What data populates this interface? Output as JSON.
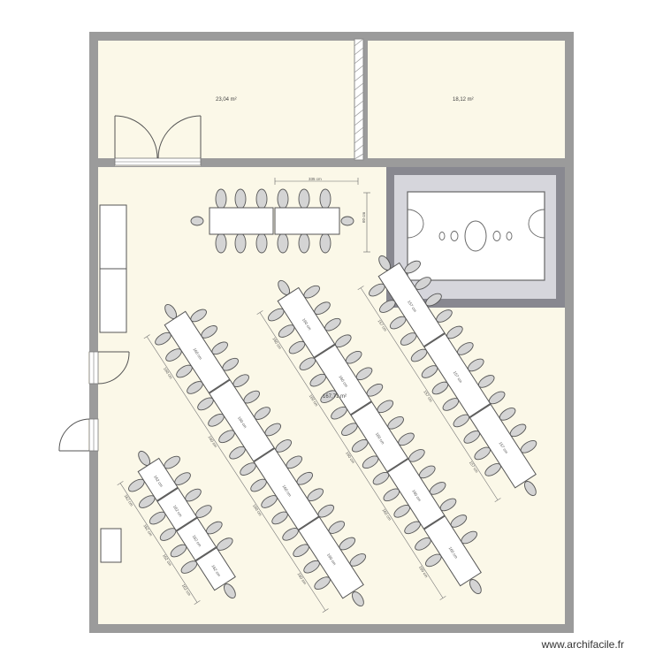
{
  "rooms": {
    "top_left_area": "23,04 m²",
    "top_right_area": "18,12 m²",
    "main_area": "167,71 m²"
  },
  "dimensions": {
    "top_table_length": "335 cm",
    "top_table_width": "60 cm",
    "tables": [
      [
        "162 cm",
        "162 cm",
        "162 cm",
        "162 cm"
      ],
      [
        "160 cm",
        "160 cm",
        "160 cm",
        "160 cm"
      ],
      [
        "160 cm",
        "160 cm",
        "160 cm",
        "160 cm",
        "160 cm"
      ],
      [
        "157 cm",
        "157 cm",
        "157 cm"
      ]
    ]
  },
  "colors": {
    "wall": "#9b9b9b",
    "floor": "#fbf8e8",
    "chair": "#d4d4d4",
    "table": "#ffffff",
    "rug_outer": "#888890",
    "rug_mid": "#d6d6dc",
    "rug_inner": "#ffffff"
  },
  "watermark": "www.archifacile.fr"
}
